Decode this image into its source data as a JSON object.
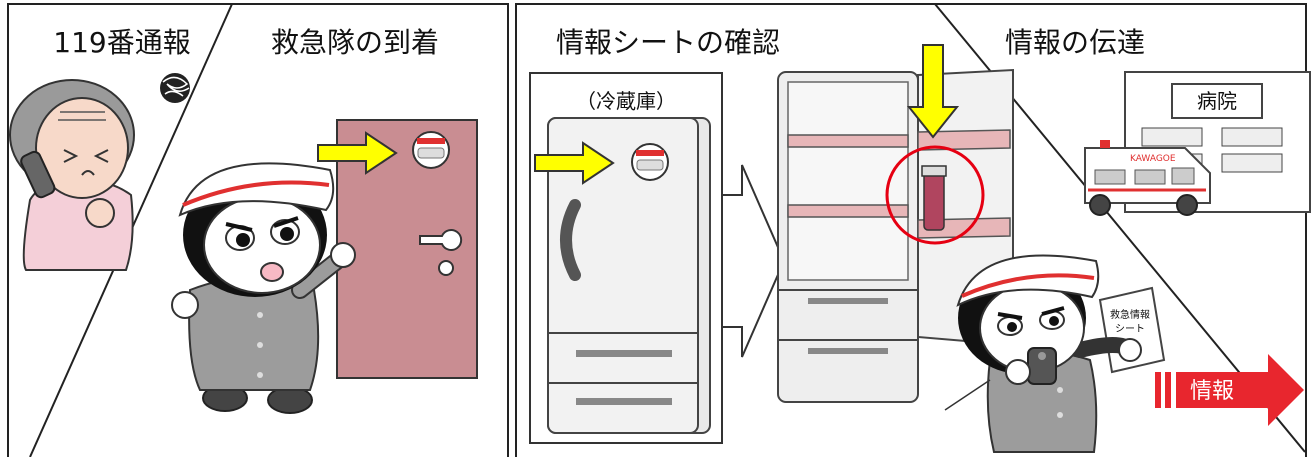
{
  "panels": {
    "left": {
      "step1_title": "119番通報",
      "step2_title": "救急隊の到着"
    },
    "right": {
      "step3_title": "情報シートの確認",
      "step4_title": "情報の伝達",
      "fridge_label": "（冷蔵庫）",
      "hospital_label": "病院",
      "ambulance_text": "KAWAGOE",
      "sheet_label_line1": "救急情報",
      "sheet_label_line2": "シート",
      "info_arrow_label": "情報"
    }
  },
  "colors": {
    "arrow_yellow": "#ffff00",
    "door": "#c98d92",
    "info_red": "#e8262e",
    "circle_red": "#e60012",
    "helmet_stripe": "#e03030"
  },
  "icons": [
    "phone-icon",
    "scribble-icon",
    "sticker-icon",
    "fridge-icon",
    "bottle-icon",
    "hospital-icon",
    "ambulance-icon",
    "radio-icon"
  ]
}
